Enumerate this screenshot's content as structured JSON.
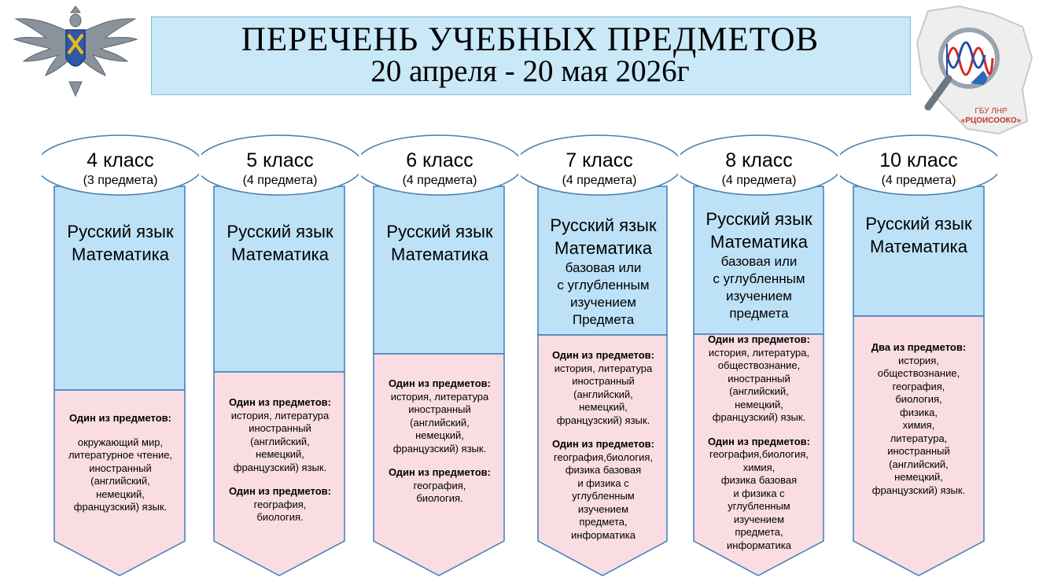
{
  "header": {
    "title_line1": "ПЕРЕЧЕНЬ УЧЕБНЫХ ПРЕДМЕТОВ",
    "title_line2": "20 апреля - 20 мая 2026г"
  },
  "logo_right": {
    "text_line1": "ГБУ ЛНР",
    "text_line2": "«РЦОИСООКО»"
  },
  "colors": {
    "banner": "#c9e8f8",
    "blue_part": "#bde2f8",
    "pink_part": "#f9dde3",
    "outline": "#3f7fb8"
  },
  "columns": [
    {
      "grade": "4 класс",
      "count": "(3 предмета)",
      "core": [
        "Русский язык",
        "Математика"
      ],
      "option_groups": [
        {
          "heading": "Один из предметов:",
          "subjects": [
            "окружающий мир,",
            "литературное чтение,",
            "иностранный",
            "(английский,",
            "немецкий,",
            "французский) язык."
          ]
        }
      ]
    },
    {
      "grade": "5 класс",
      "count": "(4 предмета)",
      "core": [
        "Русский язык",
        "Математика"
      ],
      "option_groups": [
        {
          "heading": "Один из предметов:",
          "subjects": [
            "история, литература",
            "иностранный",
            "(английский,",
            "немецкий,",
            "французский) язык."
          ]
        },
        {
          "heading": "Один из предметов:",
          "subjects": [
            "география,",
            "биология."
          ]
        }
      ]
    },
    {
      "grade": "6 класс",
      "count": "(4 предмета)",
      "core": [
        "Русский язык",
        "Математика"
      ],
      "option_groups": [
        {
          "heading": "Один из предметов:",
          "subjects": [
            "история, литература",
            "иностранный",
            "(английский,",
            "немецкий,",
            "французский) язык."
          ]
        },
        {
          "heading": "Один из предметов:",
          "subjects": [
            "география,",
            "биология."
          ]
        }
      ]
    },
    {
      "grade": "7 класс",
      "count": "(4 предмета)",
      "core": [
        "Русский язык",
        "Математика"
      ],
      "core_note": [
        "базовая или",
        "с углубленным",
        "изучением",
        "Предмета"
      ],
      "option_groups": [
        {
          "heading": "Один из предметов:",
          "subjects": [
            "история, литература",
            "иностранный",
            "(английский,",
            "немецкий,",
            "французский) язык."
          ]
        },
        {
          "heading": "Один из предметов:",
          "subjects": [
            "география,биология,",
            "физика базовая",
            "и физика с",
            "углубленным",
            "изучением",
            "предмета,",
            "информатика"
          ]
        }
      ]
    },
    {
      "grade": "8 класс",
      "count": "(4 предмета)",
      "core": [
        "Русский язык",
        "Математика"
      ],
      "core_note": [
        "базовая или",
        "с углубленным",
        "изучением",
        "предмета"
      ],
      "option_groups": [
        {
          "heading": "Один из предметов:",
          "subjects": [
            "история, литература,",
            "обществознание,",
            "иностранный",
            "(английский,",
            "немецкий,",
            "французский) язык."
          ]
        },
        {
          "heading": "Один из предметов:",
          "subjects": [
            "география,биология,",
            "химия,",
            "физика базовая",
            "и физика с",
            "углубленным",
            "изучением",
            "предмета,",
            "информатика"
          ]
        }
      ]
    },
    {
      "grade": "10 класс",
      "count": "(4 предмета)",
      "core": [
        "Русский язык",
        "Математика"
      ],
      "option_groups": [
        {
          "heading": "Два из предметов:",
          "subjects": [
            "история,",
            "обществознание,",
            "география,",
            "биология,",
            "физика,",
            "химия,",
            "литература,",
            "иностранный",
            "(английский,",
            "немецкий,",
            "французский) язык."
          ]
        }
      ]
    }
  ]
}
